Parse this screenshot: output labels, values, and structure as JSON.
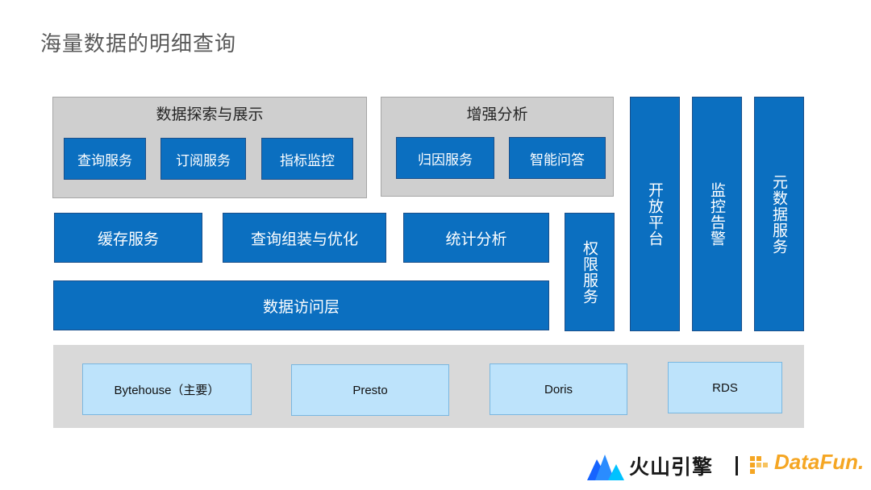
{
  "title": "海量数据的明细查询",
  "explore_panel": {
    "title": "数据探索与展示",
    "items": [
      "查询服务",
      "订阅服务",
      "指标监控"
    ]
  },
  "analysis_panel": {
    "title": "增强分析",
    "items": [
      "归因服务",
      "智能问答"
    ]
  },
  "middle": {
    "cache": "缓存服务",
    "query_opt": "查询组装与优化",
    "stats": "统计分析",
    "access_layer": "数据访问层",
    "permission": "权限服务"
  },
  "pillars": [
    "开放平台",
    "监控告警",
    "元数据服务"
  ],
  "storage": [
    "Bytehouse（主要）",
    "Presto",
    "Doris",
    "RDS"
  ],
  "brand": {
    "volc": "火山引擎",
    "datafun": "DataFun."
  }
}
